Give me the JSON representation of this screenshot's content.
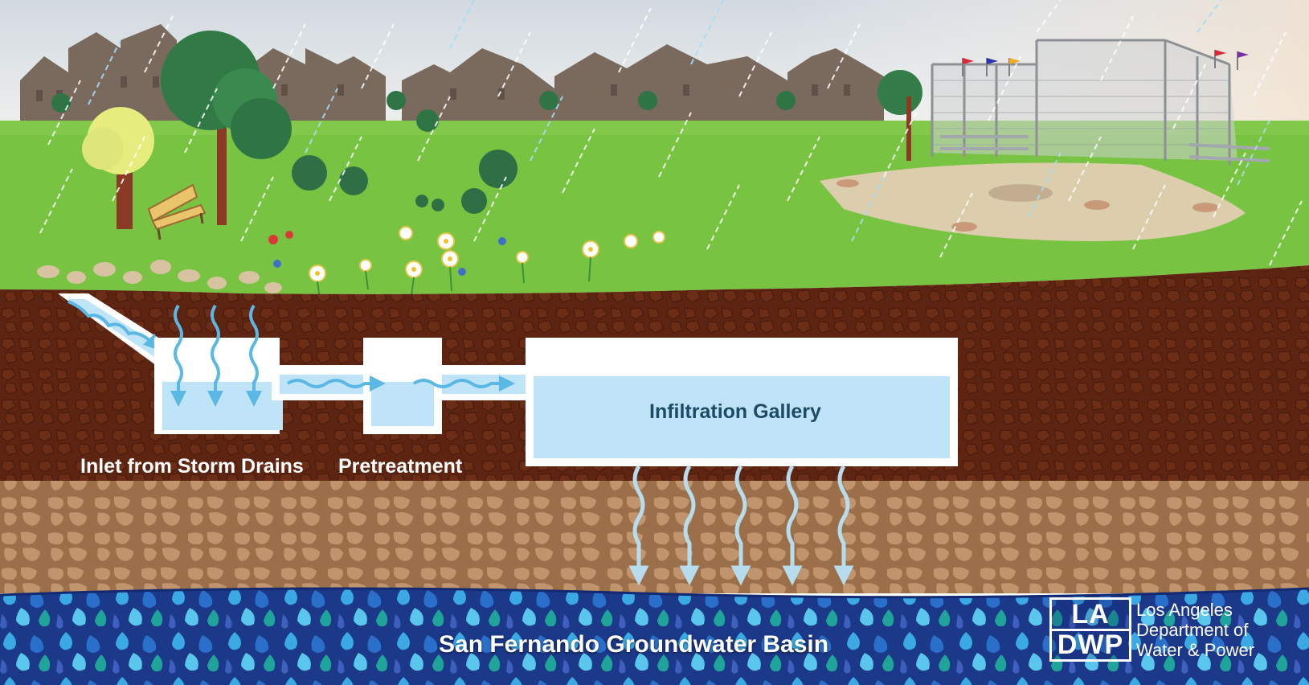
{
  "labels": {
    "inlet": "Inlet from Storm Drains",
    "pretreatment": "Pretreatment",
    "gallery": "Infiltration Gallery",
    "basin": "San Fernando Groundwater Basin"
  },
  "logo": {
    "mark_top": "LA",
    "mark_bottom": "DWP",
    "line1": "Los Angeles",
    "line2": "Department of",
    "line3": "Water & Power"
  },
  "colors": {
    "sky": "#e2e7ec",
    "grass": "#7bc442",
    "soil": "#5e2512",
    "gravel": "#b58962",
    "groundwater": "#1c3a8c",
    "chamber_water": "#bfe4f7",
    "arrow": "#5bb7e3"
  },
  "icons": [
    "house-silhouette-icon",
    "tree-icon",
    "bench-icon",
    "flower-icon",
    "baseball-field-icon",
    "flag-icon",
    "rain-icon",
    "flow-arrow-icon"
  ]
}
